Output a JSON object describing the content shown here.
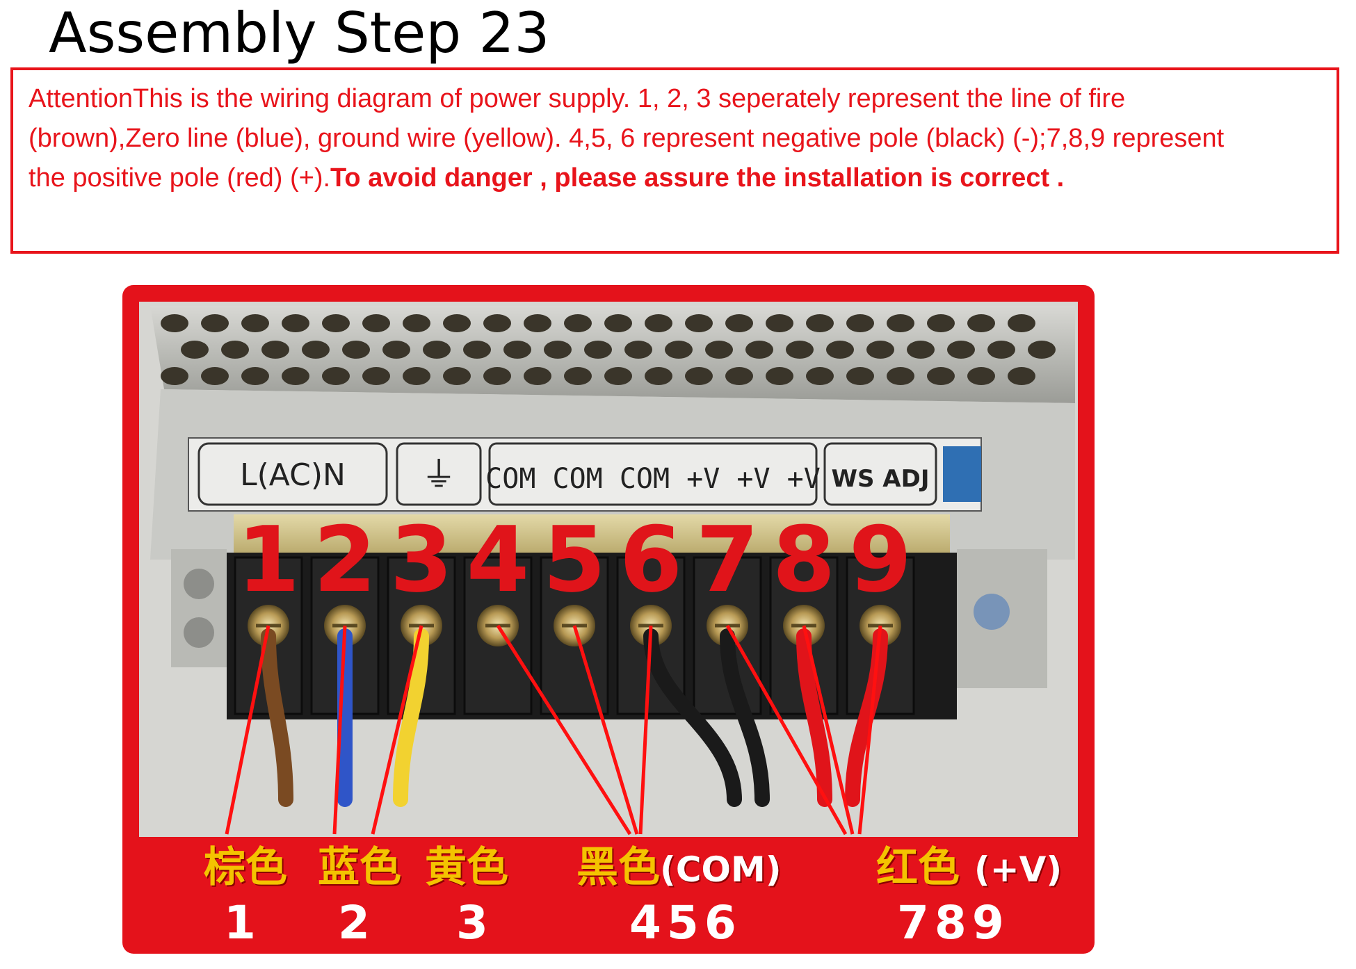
{
  "page": {
    "title": "Assembly Step 23"
  },
  "note": {
    "text": "AttentionThis is the wiring diagram of power supply.  1, 2, 3 seperately represent  the line of fire (brown),Zero line (blue), ground wire (yellow). 4,5, 6 represent negative pole (black) (-);7,8,9 represent the positive pole (red) (+).",
    "warning": "To avoid danger , please assure the installation is correct ."
  },
  "terminal_strip": {
    "label_ac": "L(AC)N",
    "label_ground": "⏚",
    "label_outputs": "COM COM COM +V +V +V",
    "label_adj": "WS ADJ",
    "terminal_numbers": [
      "1",
      "2",
      "3",
      "4",
      "5",
      "6",
      "7",
      "8",
      "9"
    ]
  },
  "legend": {
    "brown": {
      "zh": "棕色",
      "num": "1"
    },
    "blue": {
      "zh": "蓝色",
      "num": "2"
    },
    "yellow": {
      "zh": "黄色",
      "num": "3"
    },
    "black": {
      "zh": "黑色",
      "suffix": "(COM)",
      "num": "456"
    },
    "red": {
      "zh": "红色",
      "suffix": "(+V)",
      "num": "789"
    }
  },
  "colors": {
    "accent_red": "#e8141b",
    "panel_red": "#e4121b",
    "label_yellow": "#f4c300",
    "wire_brown": "#7a4a22",
    "wire_blue": "#2f55c8",
    "wire_yellow": "#f2d230",
    "wire_black": "#1a1a1a",
    "wire_red": "#e0141a"
  }
}
